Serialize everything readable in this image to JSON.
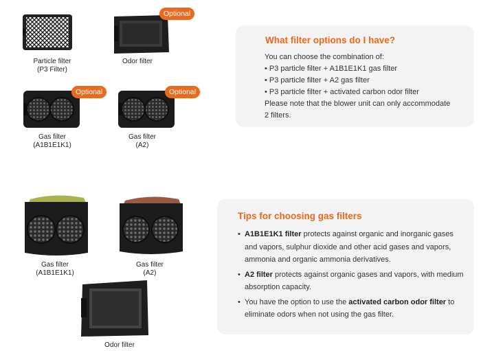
{
  "products_top": {
    "particle": {
      "line1": "Particle filter",
      "line2": "(P3 Filter)"
    },
    "odor": {
      "line1": "Odor filter",
      "badge": "Optional"
    },
    "gas_a1": {
      "line1": "Gas filter",
      "line2": "(A1B1E1K1)",
      "badge": "Optional"
    },
    "gas_a2": {
      "line1": "Gas filter",
      "line2": "(A2)",
      "badge": "Optional"
    }
  },
  "products_bottom": {
    "gas_a1": {
      "line1": "Gas filter",
      "line2": "(A1B1E1K1)"
    },
    "gas_a2": {
      "line1": "Gas filter",
      "line2": "(A2)"
    },
    "odor": {
      "line1": "Odor filter"
    }
  },
  "options_card": {
    "title": "What filter options do I have?",
    "intro": "You can choose the combination of:",
    "bullets": [
      "• P3 particle filter + A1B1E1K1 gas filter",
      "• P3 particle filter + A2 gas filter",
      "• P3 particle filter + activated carbon odor filter"
    ],
    "note_line1": "Please note that the blower unit can only accommodate",
    "note_line2": "2 filters."
  },
  "tips_card": {
    "title": "Tips for choosing gas filters",
    "items": [
      {
        "bold": "A1B1E1K1 filter",
        "text": " protects against organic and inorganic gases and vapors, sulphur dioxide and other acid gases and vapors, ammonia and organic ammonia derivatives."
      },
      {
        "bold": "A2 filter",
        "text": " protects against organic gases and vapors, with medium absorption capacity."
      },
      {
        "pre": "You have the option to use the ",
        "bold": "activated carbon odor filter",
        "text": " to eliminate odors when not using the gas filter."
      }
    ]
  },
  "colors": {
    "accent": "#e8691e",
    "badge": "#ea6a1e",
    "card_bg": "#f3f3f3"
  }
}
